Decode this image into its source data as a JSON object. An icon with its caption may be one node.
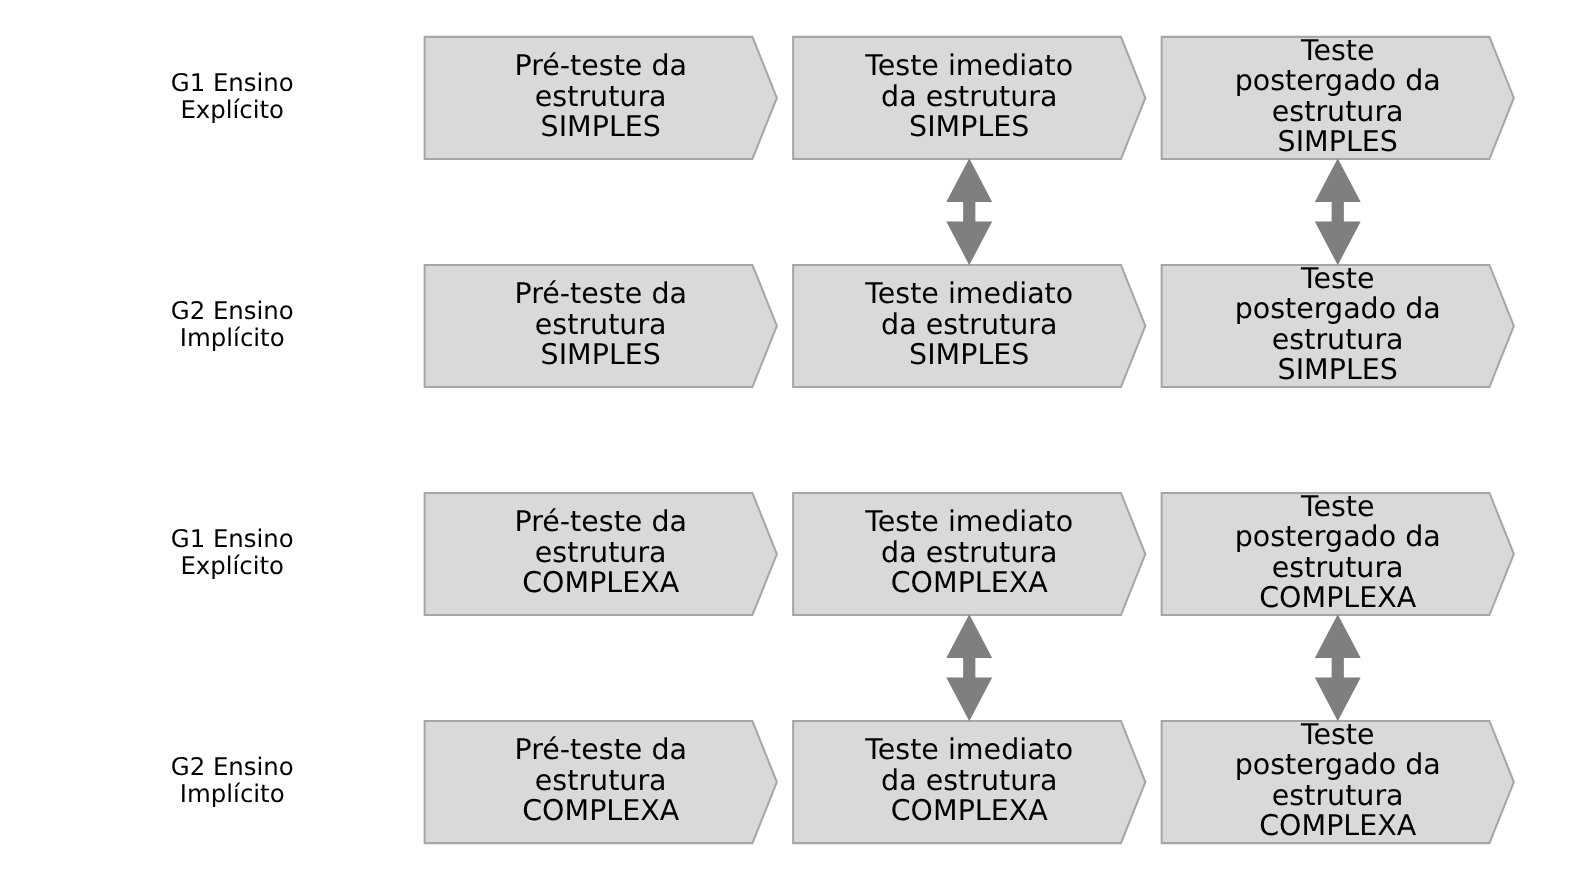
{
  "diagram": {
    "nodes": [
      {
        "text": [
          "Pré-teste da estrutura SIMPLES"
        ]
      },
      {
        "text": [
          "Teste imediato da estrutura SIMPLES"
        ]
      },
      {
        "text": [
          "Teste postergado da estrutura SIMPLES"
        ]
      },
      {
        "text": [
          "Pré-teste da estrutura SIMPLES"
        ]
      },
      {
        "text": [
          "Teste imediato da estrutura SIMPLES"
        ]
      },
      {
        "text": [
          "Teste postergado da estrutura SIMPLES"
        ]
      },
      {
        "text": [
          "Pré-teste da estrutura COMPLEXA"
        ]
      },
      {
        "text": [
          "Teste imediato da estrutura COMPLEXA"
        ]
      },
      {
        "text": [
          "Teste postergado da estrutura COMPLEXA"
        ]
      },
      {
        "text": [
          "Pré-teste da estrutura COMPLEXA"
        ]
      },
      {
        "text": [
          "Teste imediato da estrutura COMPLEXA"
        ]
      },
      {
        "text": [
          "Teste postergado da estrutura COMPLEXA"
        ]
      }
    ],
    "edges": [
      {
        "from": 1,
        "to": 4,
        "arrow": "both"
      },
      {
        "from": 2,
        "to": 5,
        "arrow": "both"
      },
      {
        "from": 7,
        "to": 10,
        "arrow": "both"
      },
      {
        "from": 8,
        "to": 11,
        "arrow": "both"
      }
    ],
    "labels": [
      "G1 Ensino Explícito",
      "G2 Ensino Implícito",
      "G1 Ensino Explícito",
      "G2 Ensino Implícito"
    ]
  }
}
